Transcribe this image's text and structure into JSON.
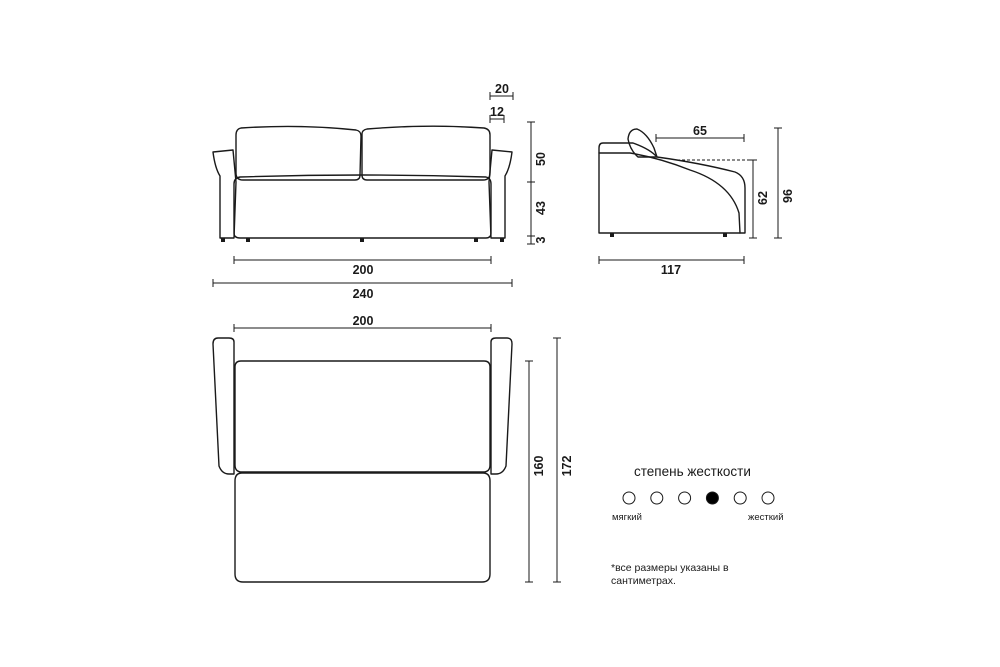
{
  "dimensions": {
    "front_arm_depth": "20",
    "front_armrest_inner": "12",
    "back_cushion_height": "50",
    "seat_height": "43",
    "leg_height": "3",
    "seat_width": "200",
    "overall_width": "240",
    "side_seat_depth": "65",
    "side_back_height": "62",
    "side_total_height": "96",
    "side_depth": "117",
    "top_width": "200",
    "bed_length": "160",
    "total_length": "172"
  },
  "firmness": {
    "title": "степень жесткости",
    "label_soft": "мягкий",
    "label_hard": "жесткий",
    "levels": 6,
    "selected": 4
  },
  "footnote": "*все размеры указаны в сантиметрах."
}
